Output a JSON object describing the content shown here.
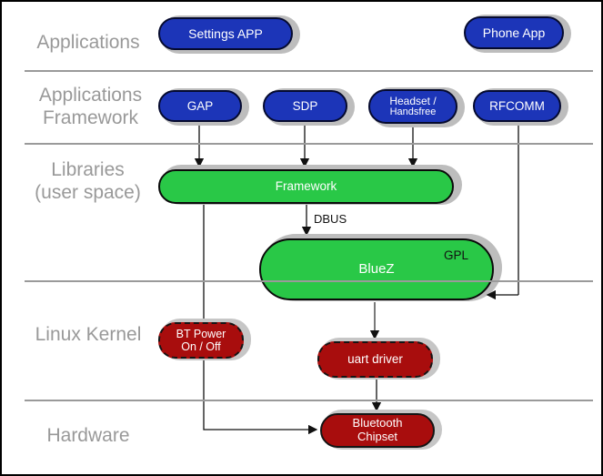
{
  "layers": {
    "applications": {
      "label": "Applications"
    },
    "applications_framework": {
      "line1": "Applications",
      "line2": "Framework"
    },
    "libraries": {
      "line1": "Libraries",
      "line2": "(user space)"
    },
    "linux_kernel": {
      "label": "Linux Kernel"
    },
    "hardware": {
      "label": "Hardware"
    }
  },
  "nodes": {
    "settings_app": {
      "label": "Settings APP"
    },
    "phone_app": {
      "label": "Phone App"
    },
    "gap": {
      "label": "GAP"
    },
    "sdp": {
      "label": "SDP"
    },
    "headset": {
      "line1": "Headset /",
      "line2": "Handsfree"
    },
    "rfcomm": {
      "label": "RFCOMM"
    },
    "framework": {
      "label": "Framework"
    },
    "bluez": {
      "label": "BlueZ",
      "tag": "GPL"
    },
    "bt_power": {
      "line1": "BT Power",
      "line2": "On / Off"
    },
    "uart_driver": {
      "label": "uart driver"
    },
    "bluetooth_chipset": {
      "line1": "Bluetooth",
      "line2": "Chipset"
    }
  },
  "annotations": {
    "dbus": "DBUS"
  },
  "colors": {
    "app_blue": "#1c35b8",
    "stack_green": "#29c847",
    "kernel_red": "#a80d0d",
    "label_gray": "#999999",
    "shadow_gray": "#bdbdbd"
  }
}
